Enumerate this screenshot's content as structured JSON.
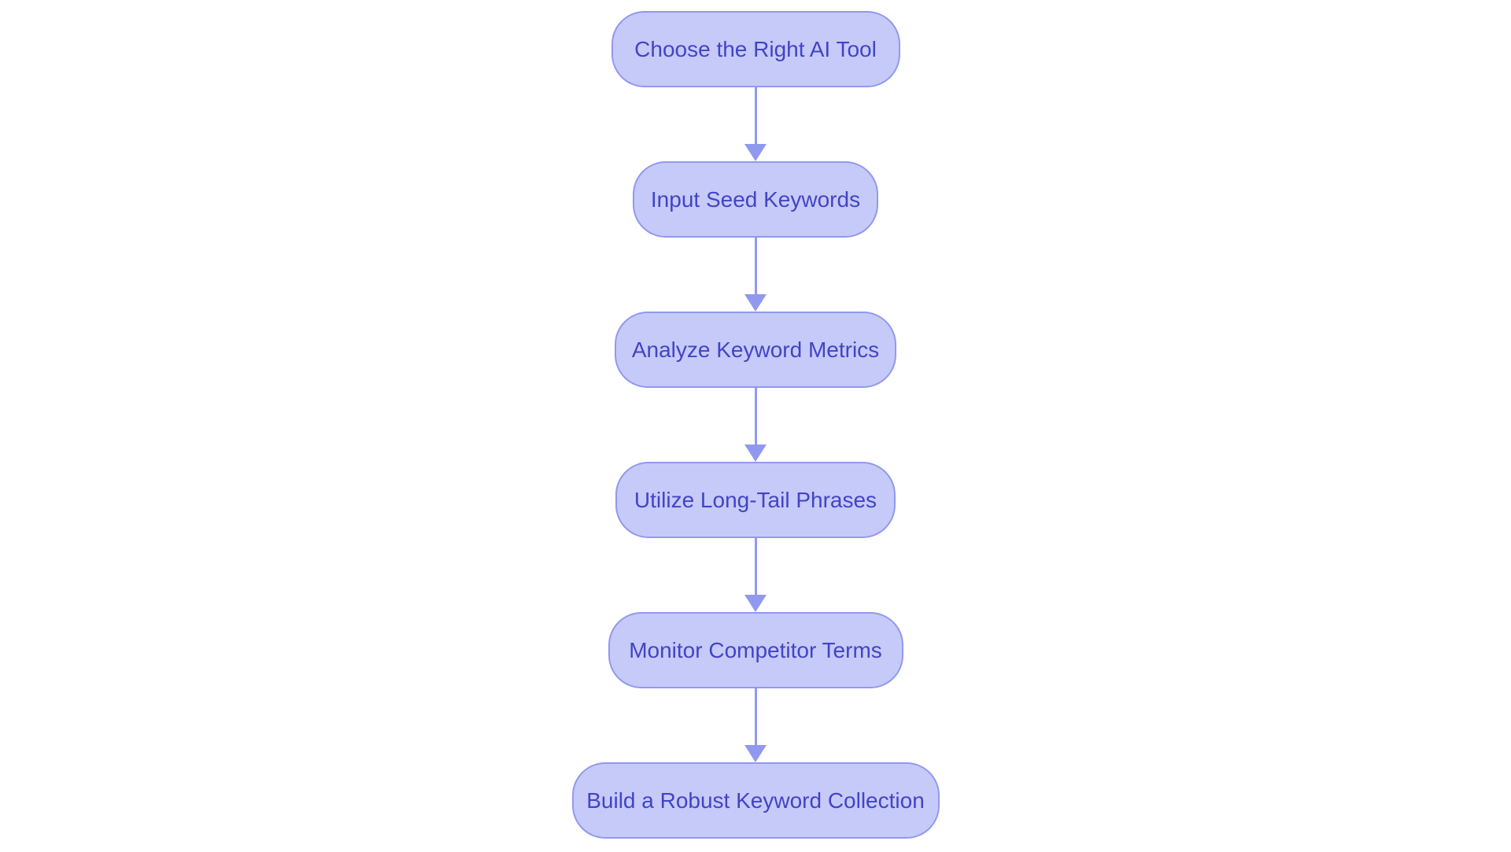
{
  "flowchart": {
    "colors": {
      "node_fill": "#c6caf8",
      "node_border": "#9199ef",
      "text_color": "#4244c6",
      "arrow_color": "#9099ef",
      "page_bg": "#ffffff"
    },
    "nodes": [
      {
        "label": "Choose the Right AI Tool"
      },
      {
        "label": "Input Seed Keywords"
      },
      {
        "label": "Analyze Keyword Metrics"
      },
      {
        "label": "Utilize Long-Tail Phrases"
      },
      {
        "label": "Monitor Competitor Terms"
      },
      {
        "label": "Build a Robust Keyword Collection"
      }
    ]
  }
}
